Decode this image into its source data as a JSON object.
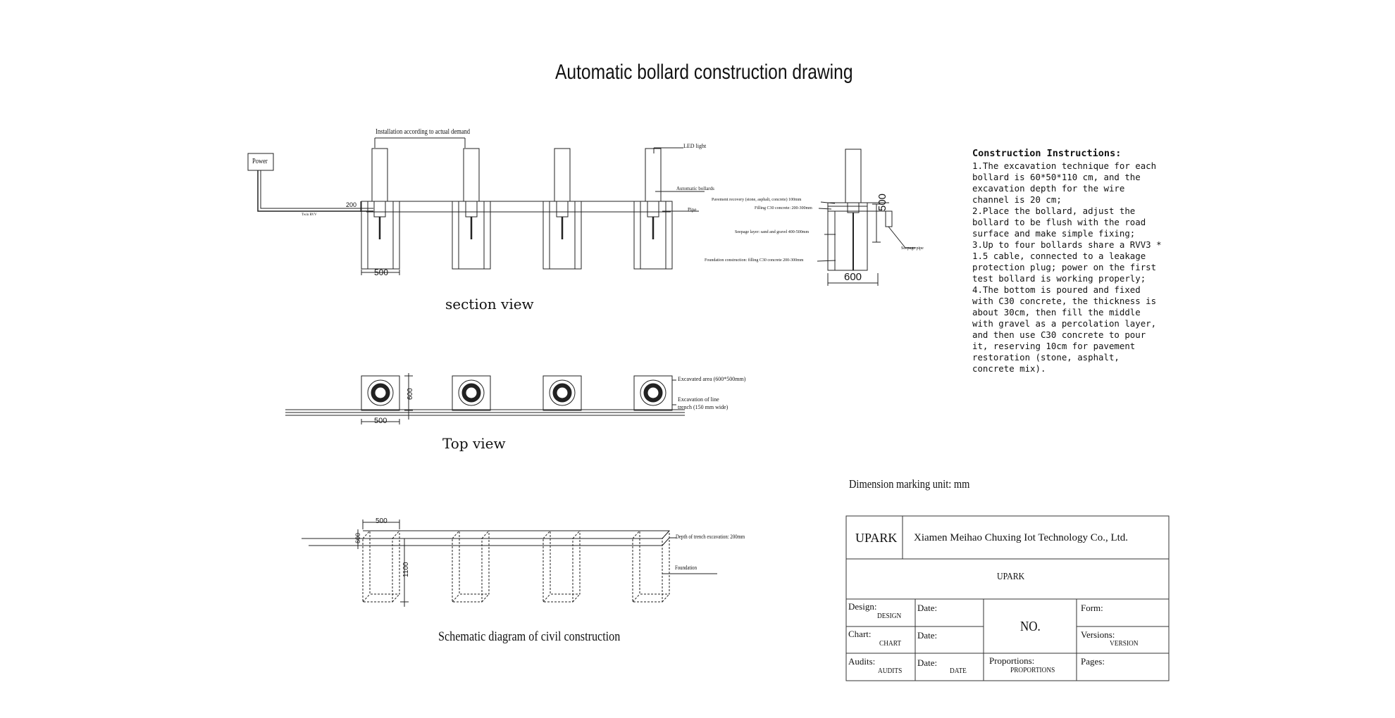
{
  "title": "Automatic bollard construction drawing",
  "section_view": {
    "caption": "section view",
    "power_label": "Power",
    "install_note": "Installation according to actual demand",
    "led_label": "LED light",
    "automatic_bollards_label": "Automatic bollards",
    "pipe_label": "Pipe",
    "cable_label": "Twin RVV",
    "dim_200": "200",
    "dim_500": "500",
    "detail": {
      "pavement_recovery": "Pavement recovery (stone, asphalt, concrete) 100mm",
      "filling_c30": "Filling C30 concrete: 200-300mm",
      "seepage_layer": "Seepage layer: sand and gravel 400-500mm",
      "foundation_construction": "Foundation construction: filling C30 concrete 200-300mm",
      "seepage_pipe": "Seepage pipe",
      "dim_500": "500",
      "dim_600": "600"
    }
  },
  "top_view": {
    "caption": "Top view",
    "excavated_area": "Excavated area (600*500mm)",
    "trench_line1": "Excavation of line",
    "trench_line2": "trench (150 mm wide)",
    "dim_600": "600",
    "dim_500": "500"
  },
  "civil": {
    "caption": "Schematic diagram of civil construction",
    "depth_label": "Depth of trench excavation: 200mm",
    "foundation_label": "Foundation",
    "dim_500": "500",
    "dim_600": "600",
    "dim_1100": "1100"
  },
  "dimension_unit": "Dimension marking unit: mm",
  "instructions": {
    "title": "Construction Instructions:",
    "items": [
      "1.The excavation technique for each bollard is 60*50*110 cm, and the excavation depth for the wire channel is 20 cm;",
      "2.Place the bollard, adjust the bollard to be flush with the road surface and make simple fixing;",
      "3.Up to four bollards share a RVV3 * 1.5 cable, connected to a leakage protection plug; power on the first test bollard is working properly;",
      "4.The bottom is poured and fixed with C30 concrete, the thickness is about 30cm, then fill the middle with gravel as a percolation layer, and then use C30 concrete to pour it, reserving 10cm for pavement restoration (stone, asphalt, concrete mix)."
    ]
  },
  "title_block": {
    "brand": "UPARK",
    "company": "Xiamen Meihao Chuxing Iot Technology Co., Ltd.",
    "project": "UPARK",
    "design_label": "Design:",
    "design_value": "DESIGN",
    "chart_label": "Chart:",
    "chart_value": "CHART",
    "audits_label": "Audits:",
    "audits_value": "AUDITS",
    "date_label": "Date:",
    "date_value": "DATE",
    "no_label": "NO.",
    "proportions_label": "Proportions:",
    "proportions_value": "PROPORTIONS",
    "form_label": "Form:",
    "versions_label": "Versions:",
    "versions_value": "VERSION",
    "pages_label": "Pages:"
  }
}
